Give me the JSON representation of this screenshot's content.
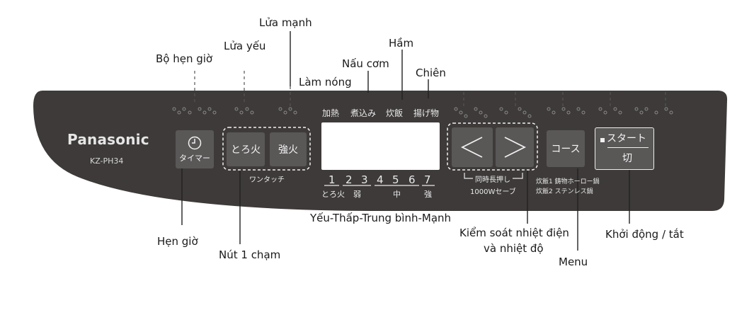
{
  "panel": {
    "brand": "Panasonic",
    "model": "KZ-PH34",
    "modes": [
      "加熱",
      "煮込み",
      "炊飯",
      "揚げ物"
    ],
    "timer_label": "タイマー",
    "low_heat_label": "とろ火",
    "high_heat_label": "強火",
    "one_touch_label": "ワンタッチ",
    "levels": [
      "1",
      "2",
      "3",
      "4",
      "5",
      "6",
      "7"
    ],
    "level_words": {
      "low_heat": "とろ火",
      "weak": "弱",
      "medium": "中",
      "strong": "強"
    },
    "long_press_label": "同時長押し",
    "save_label": "1000Wセーブ",
    "course_label": "コース",
    "course_note_1": "炊飯1 鋳物ホーロー鍋",
    "course_note_2": "炊飯2 ステンレス鍋",
    "start_label": "スタート",
    "off_label": "切"
  },
  "annotations": {
    "timer_top": "Bộ hẹn giờ",
    "weak_fire": "Lửa yếu",
    "strong_fire": "Lửa mạnh",
    "heating": "Làm nóng",
    "rice": "Nấu cơm",
    "stew": "Hầm",
    "fry": "Chiên",
    "levels": "Yếu-Thấp-Trung bình-Mạnh",
    "timer_bottom": "Hẹn giờ",
    "one_touch": "Nút 1 chạm",
    "temp_control_line1": "Kiểm soát nhiệt điện",
    "temp_control_line2": "và nhiệt độ",
    "menu": "Menu",
    "start_stop": "Khởi động / tắt"
  },
  "colors": {
    "panel": "#3d3a39",
    "button": "#5a5757",
    "display": "#ffffff",
    "text_light": "#eaeaea"
  }
}
